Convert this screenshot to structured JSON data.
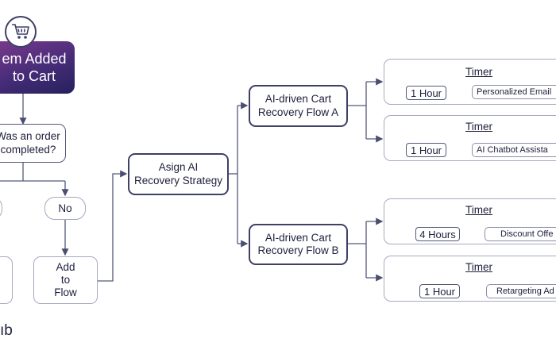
{
  "nodes": {
    "start": {
      "line1": "em Added",
      "line2": "to Cart",
      "icon": "shopping-cart-icon"
    },
    "decision": {
      "line1": "Was an order",
      "line2": "completed?"
    },
    "no_label": "No",
    "add_to_flow": {
      "line1": "Add",
      "line2": "to",
      "line3": "Flow"
    },
    "assign": {
      "line1": "Asign AI",
      "line2": "Recovery Strategy"
    },
    "flow_a": {
      "line1": "AI-driven Cart",
      "line2": "Recovery Flow A"
    },
    "flow_b": {
      "line1": "AI-driven Cart",
      "line2": "Recovery Flow B"
    }
  },
  "timers": [
    {
      "title": "Timer",
      "duration": "1 Hour",
      "action": "Personalized Email"
    },
    {
      "title": "Timer",
      "duration": "1 Hour",
      "action": "AI Chatbot Assista"
    },
    {
      "title": "Timer",
      "duration": "4 Hours",
      "action": "Discount Offe"
    },
    {
      "title": "Timer",
      "duration": "1 Hour",
      "action": "Retargeting Ad"
    }
  ],
  "footer_fragment": "ıb",
  "colors": {
    "start_gradient": [
      "#7a3a8c",
      "#26205c"
    ],
    "outline": "#3e4066",
    "connector": "#54597a"
  }
}
